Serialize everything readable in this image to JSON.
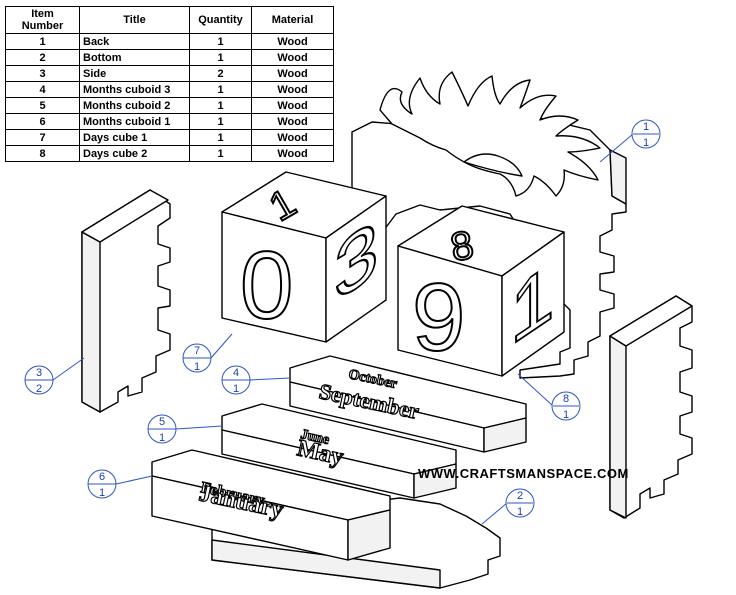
{
  "bom": {
    "headers": {
      "item_number": "Item Number",
      "title": "Title",
      "quantity": "Quantity",
      "material": "Material"
    },
    "rows": [
      {
        "item": "1",
        "title": "Back",
        "qty": "1",
        "material": "Wood"
      },
      {
        "item": "2",
        "title": "Bottom",
        "qty": "1",
        "material": "Wood"
      },
      {
        "item": "3",
        "title": "Side",
        "qty": "2",
        "material": "Wood"
      },
      {
        "item": "4",
        "title": "Months cuboid 3",
        "qty": "1",
        "material": "Wood"
      },
      {
        "item": "5",
        "title": "Months cuboid 2",
        "qty": "1",
        "material": "Wood"
      },
      {
        "item": "6",
        "title": "Months cuboid 1",
        "qty": "1",
        "material": "Wood"
      },
      {
        "item": "7",
        "title": "Days cube 1",
        "qty": "1",
        "material": "Wood"
      },
      {
        "item": "8",
        "title": "Days cube 2",
        "qty": "1",
        "material": "Wood"
      }
    ]
  },
  "callouts": [
    {
      "item": "1",
      "qty": "1"
    },
    {
      "item": "2",
      "qty": "1"
    },
    {
      "item": "3",
      "qty": "2"
    },
    {
      "item": "4",
      "qty": "1"
    },
    {
      "item": "5",
      "qty": "1"
    },
    {
      "item": "6",
      "qty": "1"
    },
    {
      "item": "7",
      "qty": "1"
    },
    {
      "item": "8",
      "qty": "1"
    }
  ],
  "cube_digits": {
    "cube1_front": "0",
    "cube1_side": "3",
    "cube1_top": "1",
    "cube2_front": "9",
    "cube2_side": "1",
    "cube2_top": "8"
  },
  "month_labels": {
    "cuboid3_top": "October",
    "cuboid3_front": "September",
    "cuboid2_top": "June",
    "cuboid2_front": "May",
    "cuboid1_top": "February",
    "cuboid1_front": "January"
  },
  "watermark": "WWW.CRAFTSMANSPACE.COM",
  "colors": {
    "callout": "#2f55c8",
    "line": "#000000"
  }
}
